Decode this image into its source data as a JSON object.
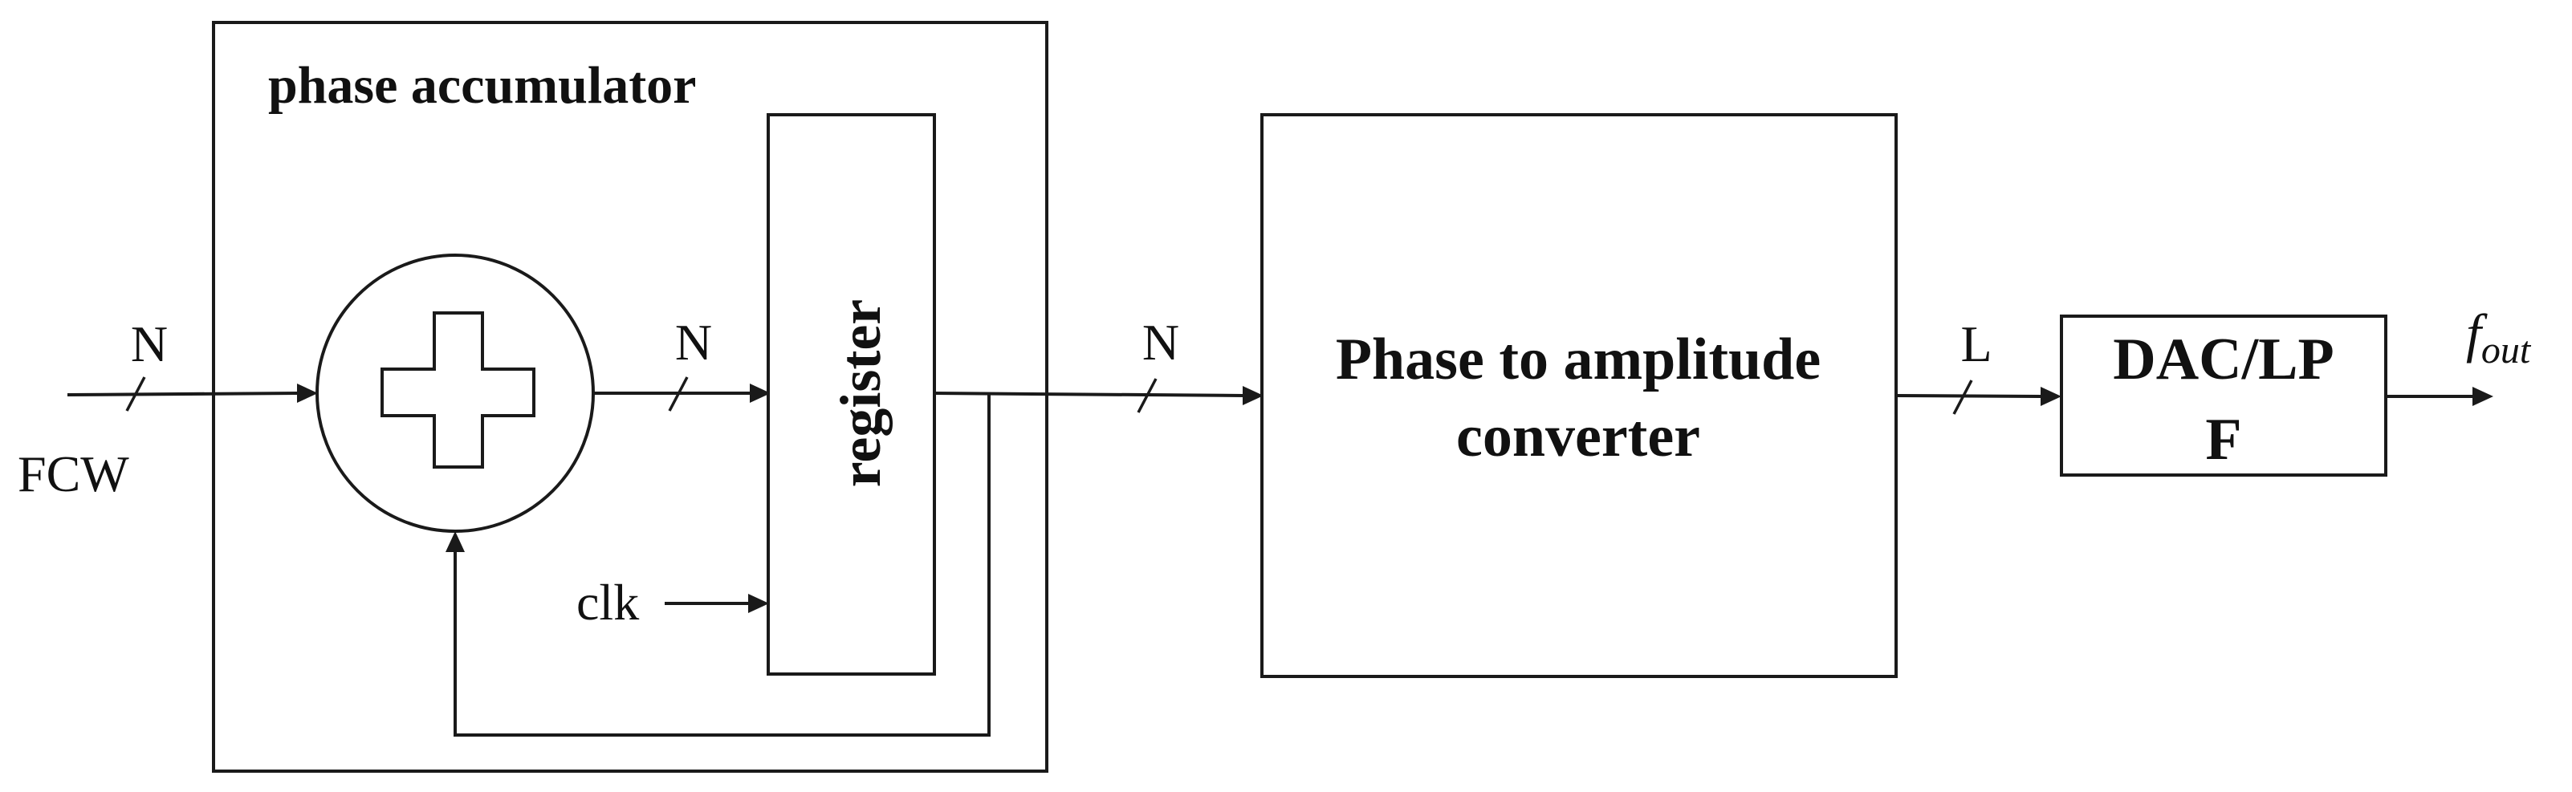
{
  "diagram": {
    "phase_accumulator": {
      "title": "phase accumulator",
      "register_label": "register",
      "clock_label": "clk"
    },
    "input_label": "FCW",
    "bus_widths": {
      "input": "N",
      "adder_to_register": "N",
      "register_to_converter": "N",
      "converter_to_dac": "L"
    },
    "converter": {
      "line1": "Phase to amplitude",
      "line2": "converter"
    },
    "dac": {
      "line1": "DAC/LP",
      "line2": "F"
    },
    "output": {
      "symbol": "f",
      "subscript": "out"
    },
    "colors": {
      "stroke": "#1a1a1a",
      "background": "#ffffff",
      "text": "#111111"
    }
  }
}
